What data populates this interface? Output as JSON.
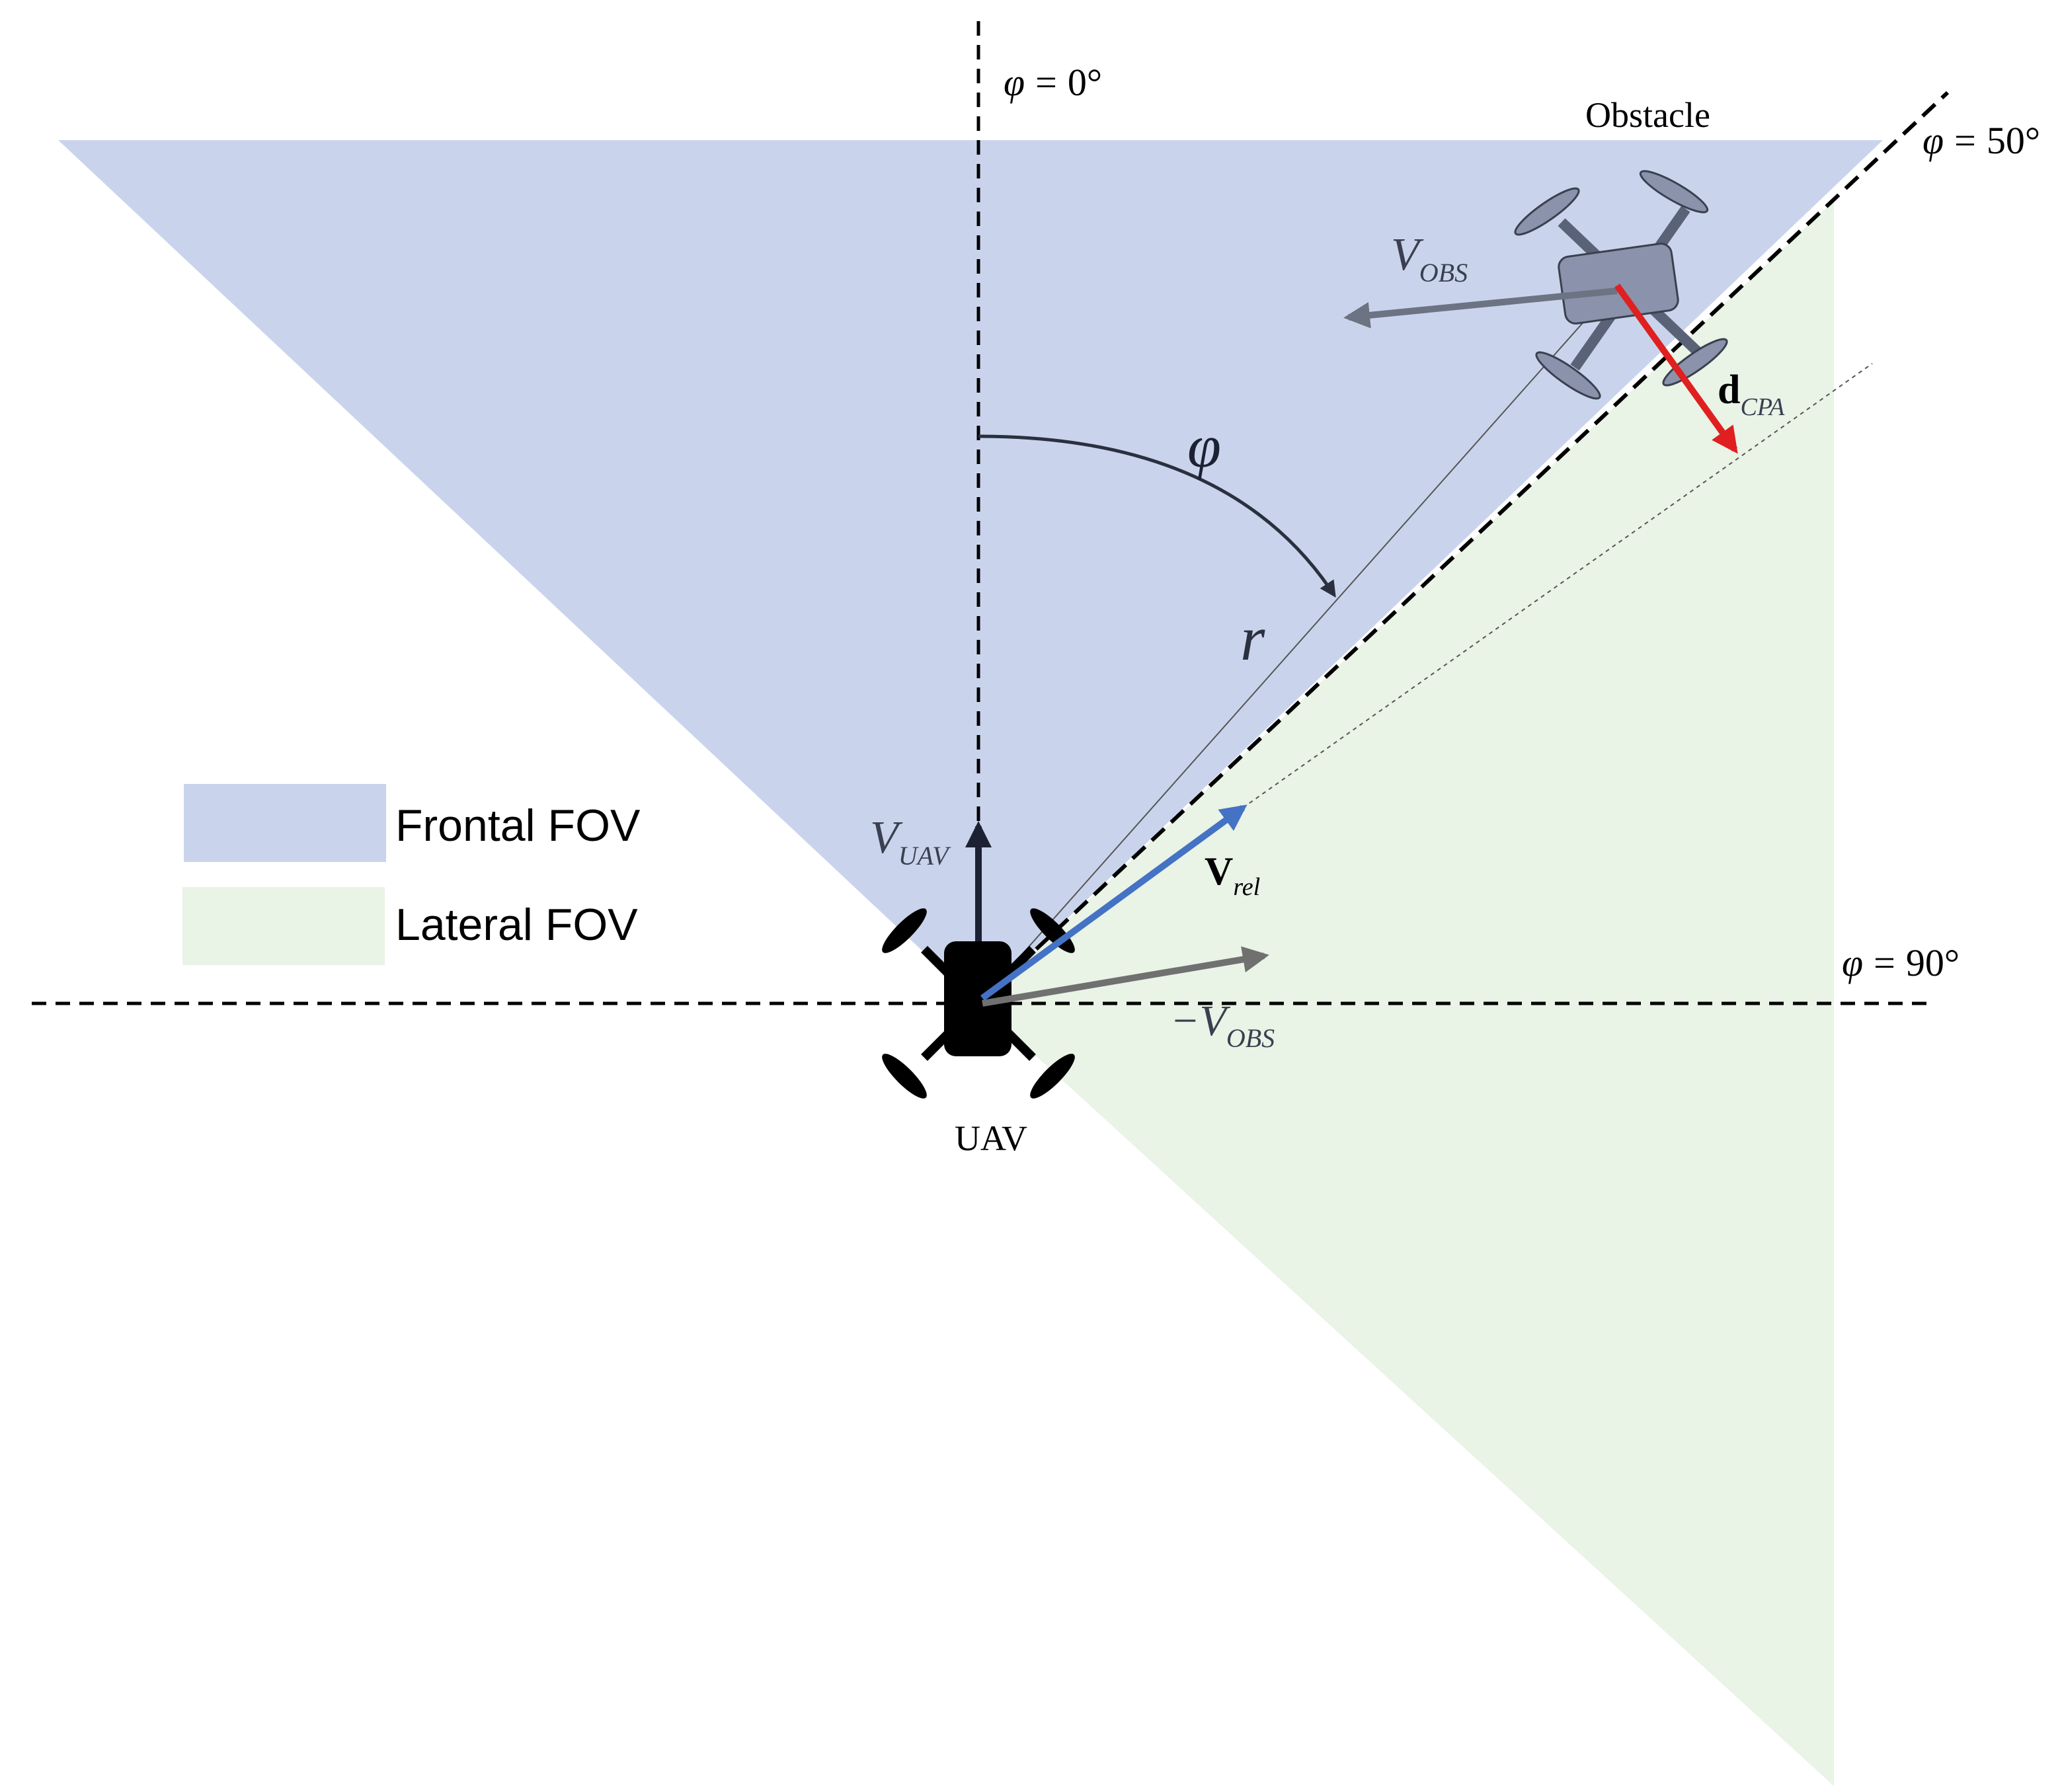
{
  "legend": {
    "frontal_label": "Frontal FOV",
    "lateral_label": "Lateral FOV"
  },
  "angles": {
    "phi_symbol": "φ",
    "eq": "=",
    "zero": "0°",
    "fifty": "50°",
    "ninety": "90°"
  },
  "labels": {
    "uav": "UAV",
    "obstacle": "Obstacle",
    "r": "r",
    "phi": "φ",
    "v_main": "V",
    "v_uav_sub": "UAV",
    "v_obs_sub": "OBS",
    "neg_v_obs_prefix": "−V",
    "v_rel_main": "V",
    "v_rel_sub": "rel",
    "d_main": "d",
    "d_sub": "CPA"
  },
  "colors": {
    "frontal_fov": "#c9d4ec",
    "lateral_fov": "#e9f3e6",
    "v_rel_arrow": "#4472c4",
    "d_cpa_arrow": "#e02020",
    "v_obs_arrow": "#6c7382",
    "neg_v_obs_arrow": "#707070",
    "v_uav_arrow": "#1c2233",
    "obstacle_drone": "#8a93ab",
    "uav_drone": "#000000"
  },
  "icons": {
    "uav": "quadcopter-icon",
    "obstacle": "quadcopter-icon"
  }
}
